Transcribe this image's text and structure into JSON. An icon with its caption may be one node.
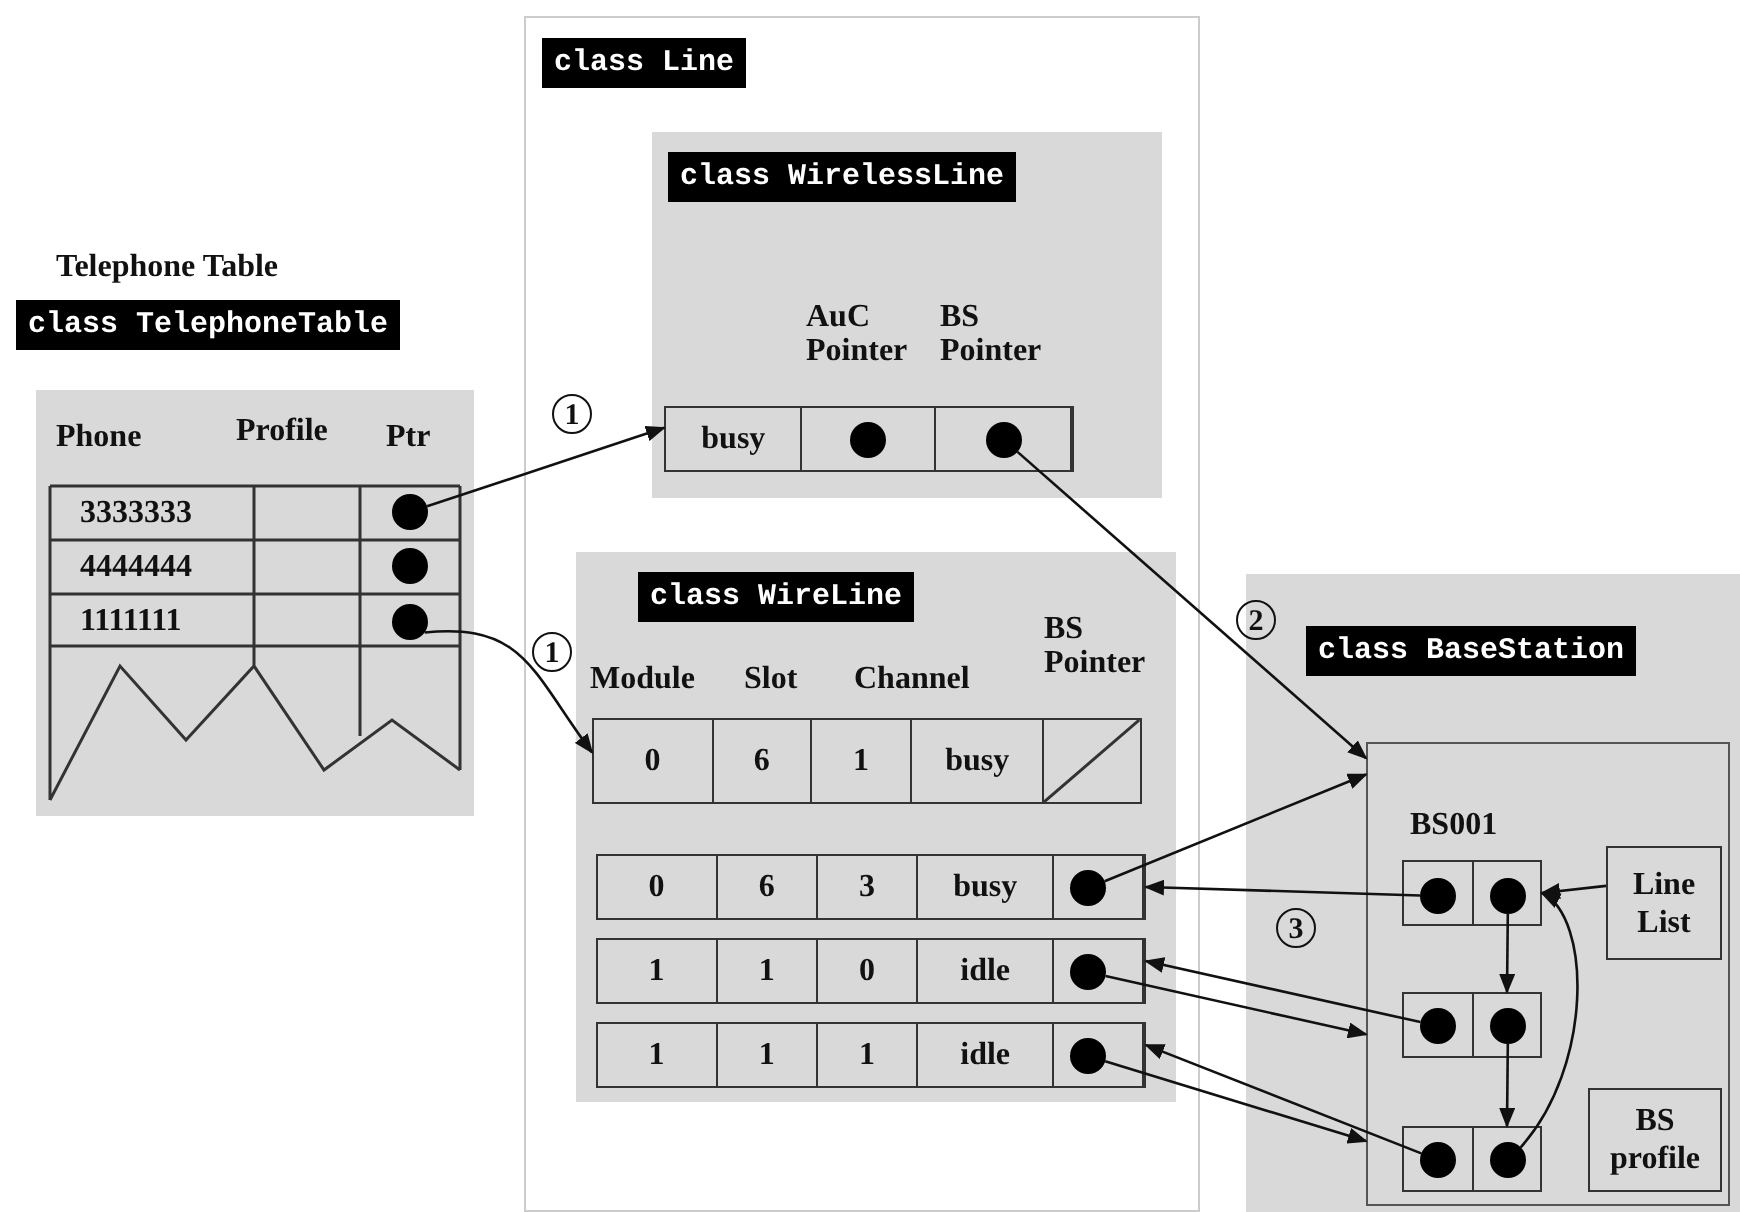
{
  "diagram": {
    "nodes": [
      {
        "text": [
          "Telephone Table",
          "class TelephoneTable"
        ]
      },
      {
        "text": [],
        "shape": "circle",
        "in": 0
      },
      {
        "text": [],
        "shape": "circle",
        "in": 0
      },
      {
        "text": [],
        "shape": "circle",
        "in": 0
      },
      {
        "text": [
          "class Line"
        ]
      },
      {
        "text": [
          "class WirelessLine"
        ],
        "in": 4
      },
      {
        "text": [
          "busy"
        ],
        "in": 5
      },
      {
        "text": [],
        "shape": "circle",
        "in": 6
      },
      {
        "text": [],
        "shape": "circle",
        "in": 6
      },
      {
        "text": [
          "class WireLine"
        ],
        "in": 4
      },
      {
        "text": [
          "0",
          "6",
          "1",
          "busy"
        ],
        "in": 9
      },
      {
        "text": [
          "0",
          "6",
          "3",
          "busy"
        ],
        "in": 9
      },
      {
        "text": [],
        "shape": "circle",
        "in": 11
      },
      {
        "text": [
          "1",
          "1",
          "0",
          "idle"
        ],
        "in": 9
      },
      {
        "text": [],
        "shape": "circle",
        "in": 13
      },
      {
        "text": [
          "1",
          "1",
          "1",
          "idle"
        ],
        "in": 9
      },
      {
        "text": [],
        "shape": "circle",
        "in": 15
      },
      {
        "text": [
          "class BaseStation"
        ]
      },
      {
        "text": [],
        "shape": "box",
        "in": 17
      },
      {
        "text": [],
        "shape": "box",
        "in": 18
      },
      {
        "text": [],
        "shape": "circle",
        "in": 19
      },
      {
        "text": [],
        "shape": "circle",
        "in": 19
      },
      {
        "text": [],
        "shape": "box",
        "in": 18
      },
      {
        "text": [],
        "shape": "circle",
        "in": 22
      },
      {
        "text": [],
        "shape": "circle",
        "in": 22
      },
      {
        "text": [],
        "shape": "box",
        "in": 18
      },
      {
        "text": [],
        "shape": "circle",
        "in": 25
      },
      {
        "text": [],
        "shape": "circle",
        "in": 25
      },
      {
        "text": [
          "Line List"
        ],
        "in": 18
      },
      {
        "text": [
          "BS profile"
        ],
        "in": 18
      }
    ],
    "edges": [
      {
        "from": 1,
        "to": 6,
        "arrow": "to",
        "label": "1"
      },
      {
        "from": 3,
        "to": 10,
        "arrow": "to",
        "label": "1"
      },
      {
        "from": 8,
        "to": 18,
        "arrow": "to",
        "label": "2"
      },
      {
        "from": 12,
        "to": 18,
        "arrow": "to"
      },
      {
        "from": 20,
        "to": 11,
        "arrow": "to",
        "label": "3"
      },
      {
        "from": 23,
        "to": 13,
        "arrow": "to"
      },
      {
        "from": 14,
        "to": 18,
        "arrow": "to"
      },
      {
        "from": 26,
        "to": 15,
        "arrow": "to"
      },
      {
        "from": 16,
        "to": 18,
        "arrow": "to"
      },
      {
        "from": 28,
        "to": 19,
        "arrow": "to"
      },
      {
        "from": 21,
        "to": 22,
        "arrow": "to"
      },
      {
        "from": 24,
        "to": 25,
        "arrow": "to"
      },
      {
        "from": 27,
        "to": 19,
        "arrow": "to"
      }
    ],
    "labels": [
      "Phone",
      "Profile",
      "Ptr",
      "3333333",
      "4444444",
      "1111111",
      "AuC Pointer",
      "BS Pointer",
      "Module",
      "Slot",
      "Channel",
      "BS Pointer",
      "BS001"
    ]
  }
}
